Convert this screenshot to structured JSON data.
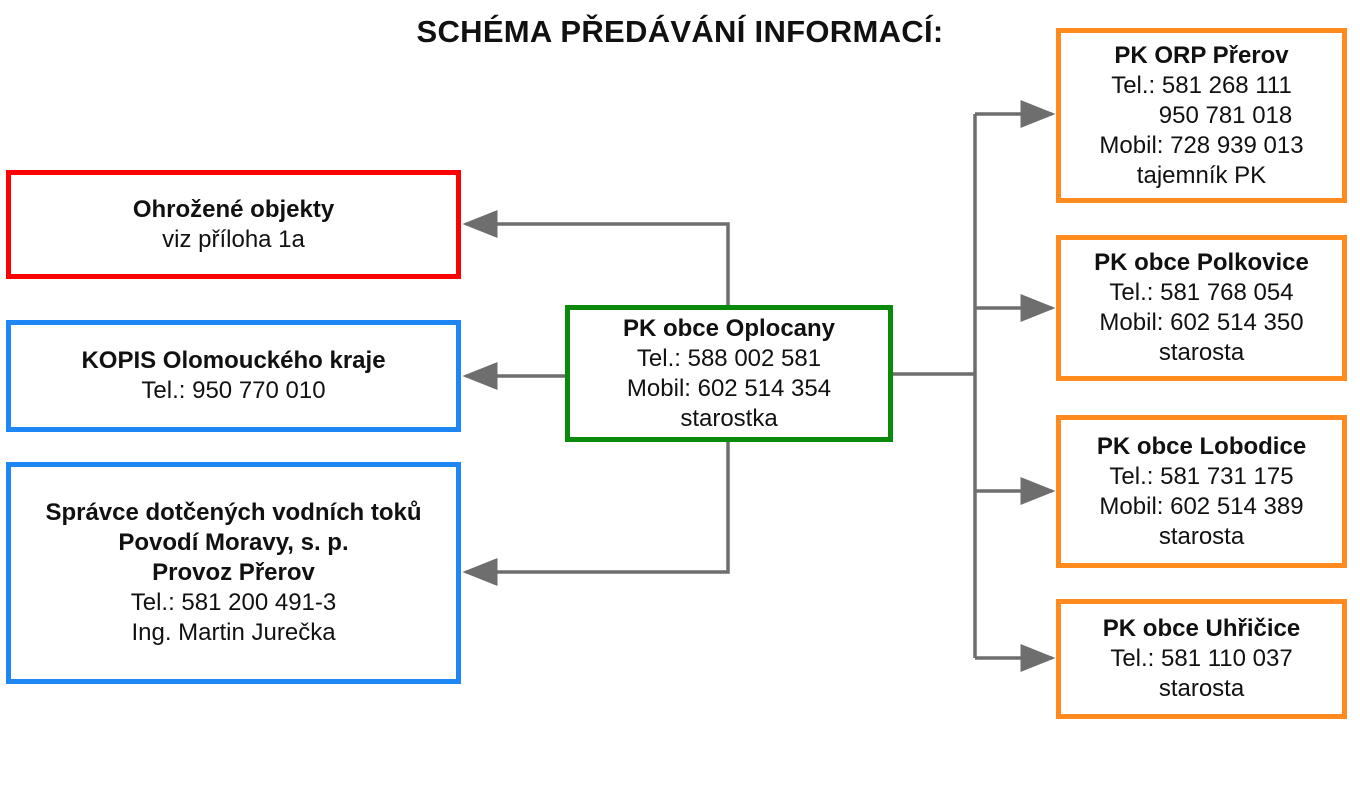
{
  "title": "SCHÉMA PŘEDÁVÁNÍ INFORMACÍ:",
  "colors": {
    "red": "#ff0000",
    "blue": "#1e86f5",
    "green": "#0a8a0a",
    "orange": "#ff8a1e",
    "arrow": "#6e6e6e"
  },
  "center": {
    "head": "PK obce Oplocany",
    "lines": [
      "Tel.: 588 002 581",
      "Mobil: 602 514 354",
      "starostka"
    ]
  },
  "left": {
    "ohrozene": {
      "head": "Ohrožené objekty",
      "lines": [
        "viz příloha 1a"
      ]
    },
    "kopis": {
      "head": "KOPIS Olomouckého kraje",
      "lines": [
        "Tel.: 950 770 010"
      ]
    },
    "spravce": {
      "head": [
        "Správce dotčených vodních toků",
        "Povodí Moravy, s. p.",
        "Provoz Přerov"
      ],
      "lines": [
        "Tel.: 581 200 491-3",
        "Ing. Martin Jurečka"
      ]
    }
  },
  "right": {
    "orp": {
      "head": "PK ORP Přerov",
      "lines": [
        "Tel.: 581 268 111",
        "950 781 018",
        "Mobil: 728 939 013",
        "tajemník PK"
      ]
    },
    "polkovice": {
      "head": "PK obce Polkovice",
      "lines": [
        "Tel.: 581 768 054",
        "Mobil: 602 514 350",
        "starosta"
      ]
    },
    "lobodice": {
      "head": "PK obce Lobodice",
      "lines": [
        "Tel.: 581 731 175",
        "Mobil: 602 514 389",
        "starosta"
      ]
    },
    "uhricice": {
      "head": "PK obce Uhřičice",
      "lines": [
        "Tel.: 581 110 037",
        "starosta"
      ]
    }
  }
}
